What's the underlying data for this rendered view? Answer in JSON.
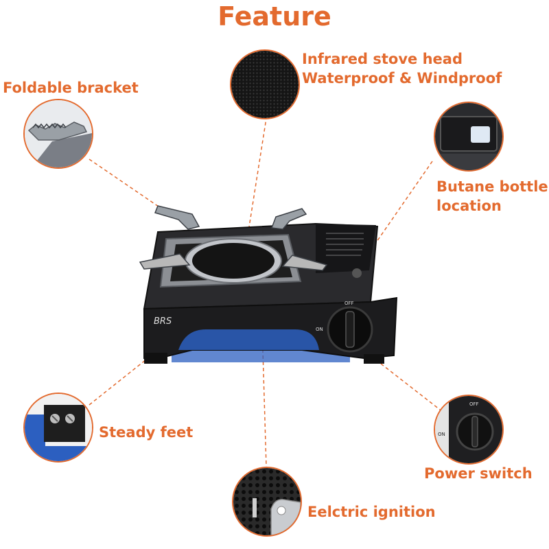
{
  "title": "Feature",
  "features": {
    "infrared": {
      "line1": "Infrared stove head",
      "line2": "Waterproof & Windproof"
    },
    "bracket": {
      "label": "Foldable bracket"
    },
    "butane": {
      "line1": "Butane bottle",
      "line2": "location"
    },
    "feet": {
      "label": "Steady feet"
    },
    "power": {
      "label": "Power switch"
    },
    "ignition": {
      "label": "Eelctric ignition"
    }
  },
  "stove": {
    "brand": "BRS",
    "knob_off": "OFF",
    "knob_on": "ON"
  },
  "colors": {
    "accent": "#e36a2e",
    "stove_body": "#1c1c1e",
    "metal": "#b8b8b8",
    "blue": "#2c5fc0"
  }
}
